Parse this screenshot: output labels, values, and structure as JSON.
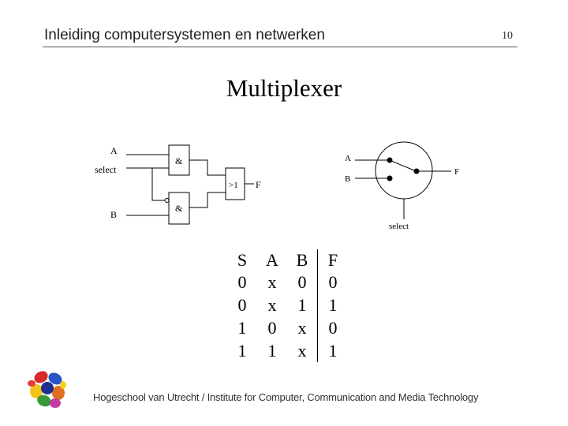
{
  "header": {
    "title": "Inleiding computersystemen en netwerken",
    "page_number": "10"
  },
  "slide": {
    "title": "Multiplexer"
  },
  "gate_circuit": {
    "input_a": "A",
    "input_select": "select",
    "input_b": "B",
    "and_gate_symbol": "&",
    "or_gate_symbol": ">1",
    "output": "F"
  },
  "switch_diagram": {
    "input_a": "A",
    "input_b": "B",
    "output": "F",
    "select": "select"
  },
  "truth_table": {
    "headers": [
      "S",
      "A",
      "B",
      "F"
    ],
    "rows": [
      [
        "0",
        "x",
        "0",
        "0"
      ],
      [
        "0",
        "x",
        "1",
        "1"
      ],
      [
        "1",
        "0",
        "x",
        "0"
      ],
      [
        "1",
        "1",
        "x",
        "1"
      ]
    ]
  },
  "footer": {
    "text": "Hogeschool van Utrecht / Institute for Computer, Communication and Media Technology"
  }
}
